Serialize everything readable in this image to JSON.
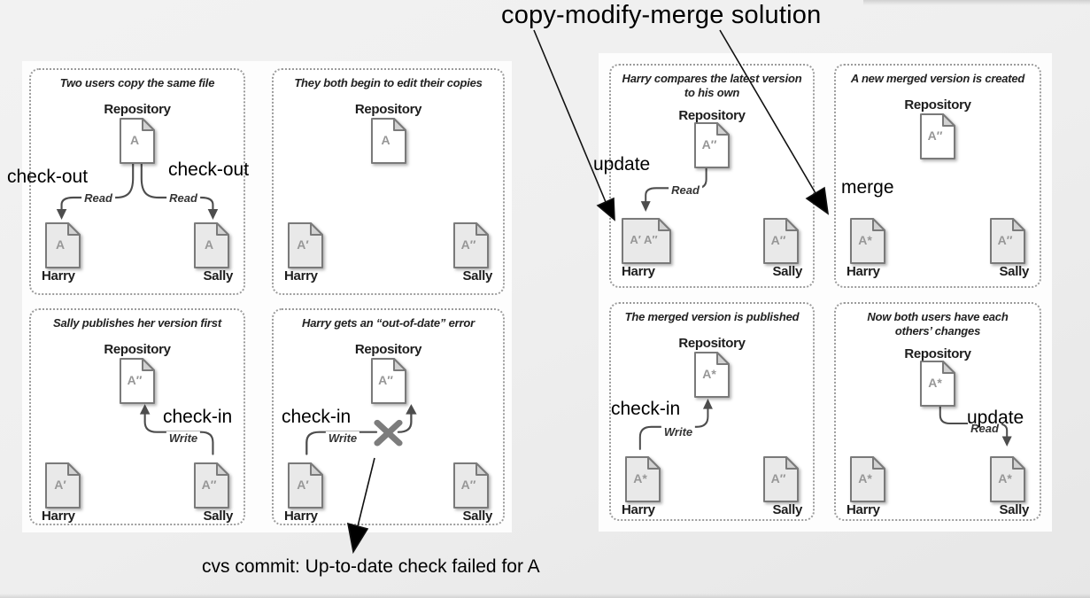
{
  "page": {
    "title": "copy-modify-merge solution",
    "caption": "cvs commit: Up-to-date check failed for A"
  },
  "overlay_labels": {
    "checkout_left": "check-out",
    "checkout_right": "check-out",
    "update_harry": "update",
    "merge": "merge",
    "checkin_sally": "check-in",
    "checkin_harry": "check-in",
    "checkin_merged": "check-in",
    "update_sally": "update"
  },
  "figures": [
    {
      "id": "left",
      "panels": [
        {
          "name": "two-users-copy-the-same-file",
          "title_lines": [
            "Two users copy the same file"
          ],
          "repository_label": "Repository",
          "repo_doc": "A",
          "harry_doc": "A",
          "sally_doc": "A",
          "harry_label": "Harry",
          "sally_label": "Sally",
          "arrow": "read-both",
          "read_label": "Read"
        },
        {
          "name": "they-both-begin-to-edit",
          "title_lines": [
            "They both begin to edit their copies"
          ],
          "repository_label": "Repository",
          "repo_doc": "A",
          "harry_doc": "A′",
          "sally_doc": "A″",
          "harry_label": "Harry",
          "sally_label": "Sally",
          "arrow": "none"
        },
        {
          "name": "sally-publishes-first",
          "title_lines": [
            "Sally publishes her version first"
          ],
          "repository_label": "Repository",
          "repo_doc": "A″",
          "harry_doc": "A′",
          "sally_doc": "A″",
          "harry_label": "Harry",
          "sally_label": "Sally",
          "arrow": "write-sally",
          "write_label": "Write"
        },
        {
          "name": "harry-gets-out-of-date-error",
          "title_lines": [
            "Harry gets an “out-of-date” error"
          ],
          "repository_label": "Repository",
          "repo_doc": "A″",
          "harry_doc": "A′",
          "sally_doc": "A″",
          "harry_label": "Harry",
          "sally_label": "Sally",
          "arrow": "write-harry-blocked",
          "write_label": "Write"
        }
      ]
    },
    {
      "id": "right",
      "panels": [
        {
          "name": "harry-compares-latest-version",
          "title_lines": [
            "Harry compares the latest version",
            "to his own"
          ],
          "repository_label": "Repository",
          "repo_doc": "A″",
          "harry_doc": "A′ A″",
          "harry_doc_wide": true,
          "sally_doc": "A″",
          "harry_label": "Harry",
          "sally_label": "Sally",
          "arrow": "read-harry",
          "read_label": "Read"
        },
        {
          "name": "new-merged-version-created",
          "title_lines": [
            "A new merged version is created"
          ],
          "repository_label": "Repository",
          "repo_doc": "A″",
          "harry_doc": "A*",
          "sally_doc": "A″",
          "harry_label": "Harry",
          "sally_label": "Sally",
          "arrow": "none"
        },
        {
          "name": "merged-version-published",
          "title_lines": [
            "The merged version is published"
          ],
          "repository_label": "Repository",
          "repo_doc": "A*",
          "harry_doc": "A*",
          "sally_doc": "A″",
          "harry_label": "Harry",
          "sally_label": "Sally",
          "arrow": "write-harry",
          "write_label": "Write"
        },
        {
          "name": "both-users-have-changes",
          "title_lines": [
            "Now both users have each",
            "others’ changes"
          ],
          "repository_label": "Repository",
          "repo_doc": "A*",
          "harry_doc": "A*",
          "sally_doc": "A*",
          "harry_label": "Harry",
          "sally_label": "Sally",
          "arrow": "read-sally",
          "read_label": "Read"
        }
      ]
    }
  ]
}
